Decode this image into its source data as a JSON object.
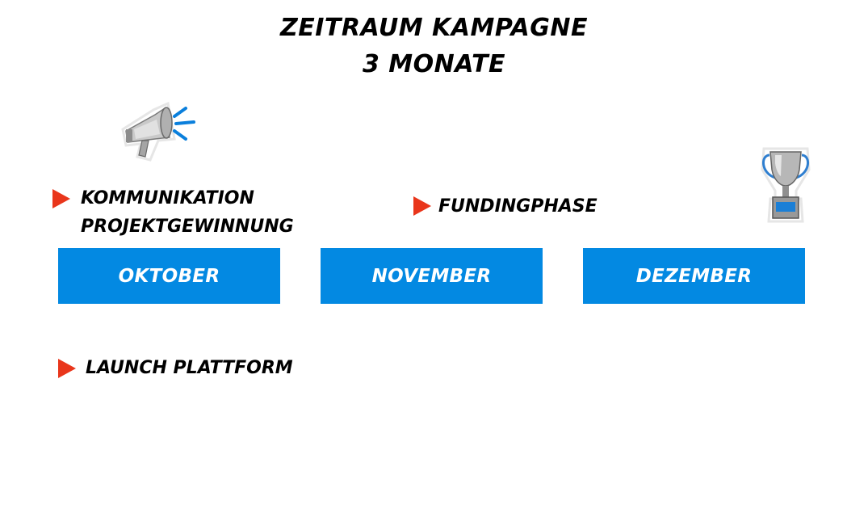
{
  "title": {
    "line1": "ZEITRAUM KAMPAGNE",
    "line2": "3 MONATE"
  },
  "months": [
    {
      "label": "OKTOBER"
    },
    {
      "label": "NOVEMBER"
    },
    {
      "label": "DEZEMBER"
    }
  ],
  "markers": {
    "kommunikation": {
      "line1": "KOMMUNIKATION",
      "line2": "PROJEKTGEWINNUNG"
    },
    "funding": {
      "label": "FUNDINGPHASE"
    },
    "launch": {
      "label": "LAUNCH PLATTFORM"
    }
  },
  "icons": {
    "megaphone": "megaphone-icon",
    "trophy": "trophy-icon"
  },
  "colors": {
    "month_box": "#0389e2",
    "arrow": "#e9361b",
    "text": "#000000"
  }
}
